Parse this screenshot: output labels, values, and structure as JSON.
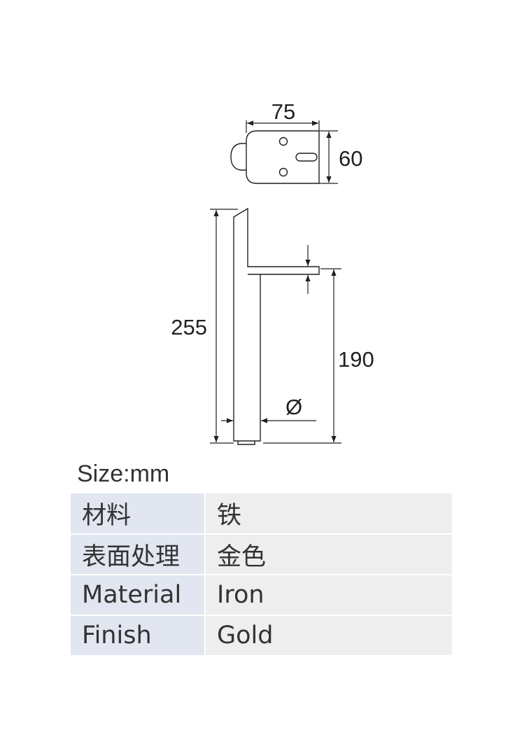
{
  "dimensions": {
    "width": "75",
    "depth": "60",
    "height": "255",
    "lower_height": "190",
    "diameter": "Ø"
  },
  "size_unit": "Size:mm",
  "spec_table": [
    {
      "label": "材料",
      "value": "铁"
    },
    {
      "label": "表面处理",
      "value": "金色"
    },
    {
      "label": "Material",
      "value": "Iron"
    },
    {
      "label": "Finish",
      "value": "Gold"
    }
  ],
  "colors": {
    "line": "#231f20",
    "label_cell": "#e1e6f0",
    "value_cell": "#eeeeee"
  }
}
